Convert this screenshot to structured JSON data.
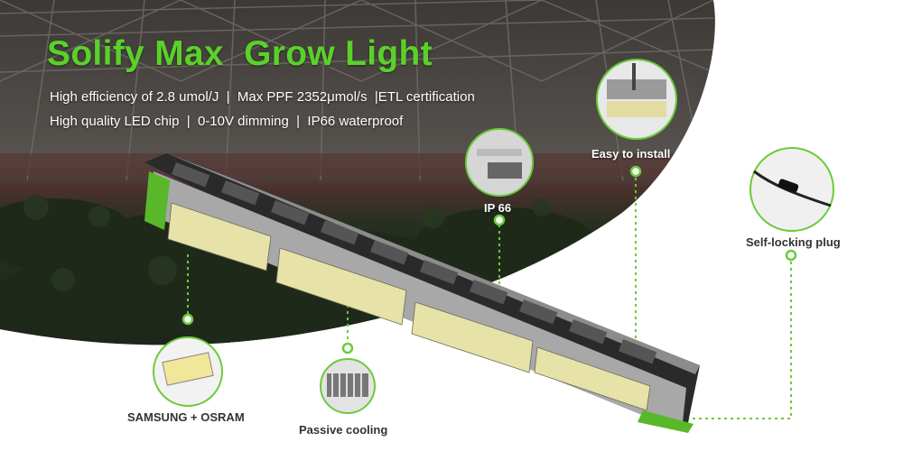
{
  "header": {
    "title": "Solify Max  Grow Light",
    "line1": "High efficiency of 2.8 umol/J  |  Max PPF 2352μmol/s  |ETL certification",
    "line2": "High quality LED chip  |  0-10V dimming  |  IP66 waterproof"
  },
  "features": {
    "easy_install": "Easy to install",
    "ip66": "IP 66",
    "self_locking": "Self-locking plug",
    "samsung_osram": "SAMSUNG + OSRAM",
    "passive_cooling": "Passive cooling"
  },
  "colors": {
    "accent_green": "#6acb3a",
    "title_green": "#5ad12a",
    "fixture_grey": "#9a9a9a"
  }
}
